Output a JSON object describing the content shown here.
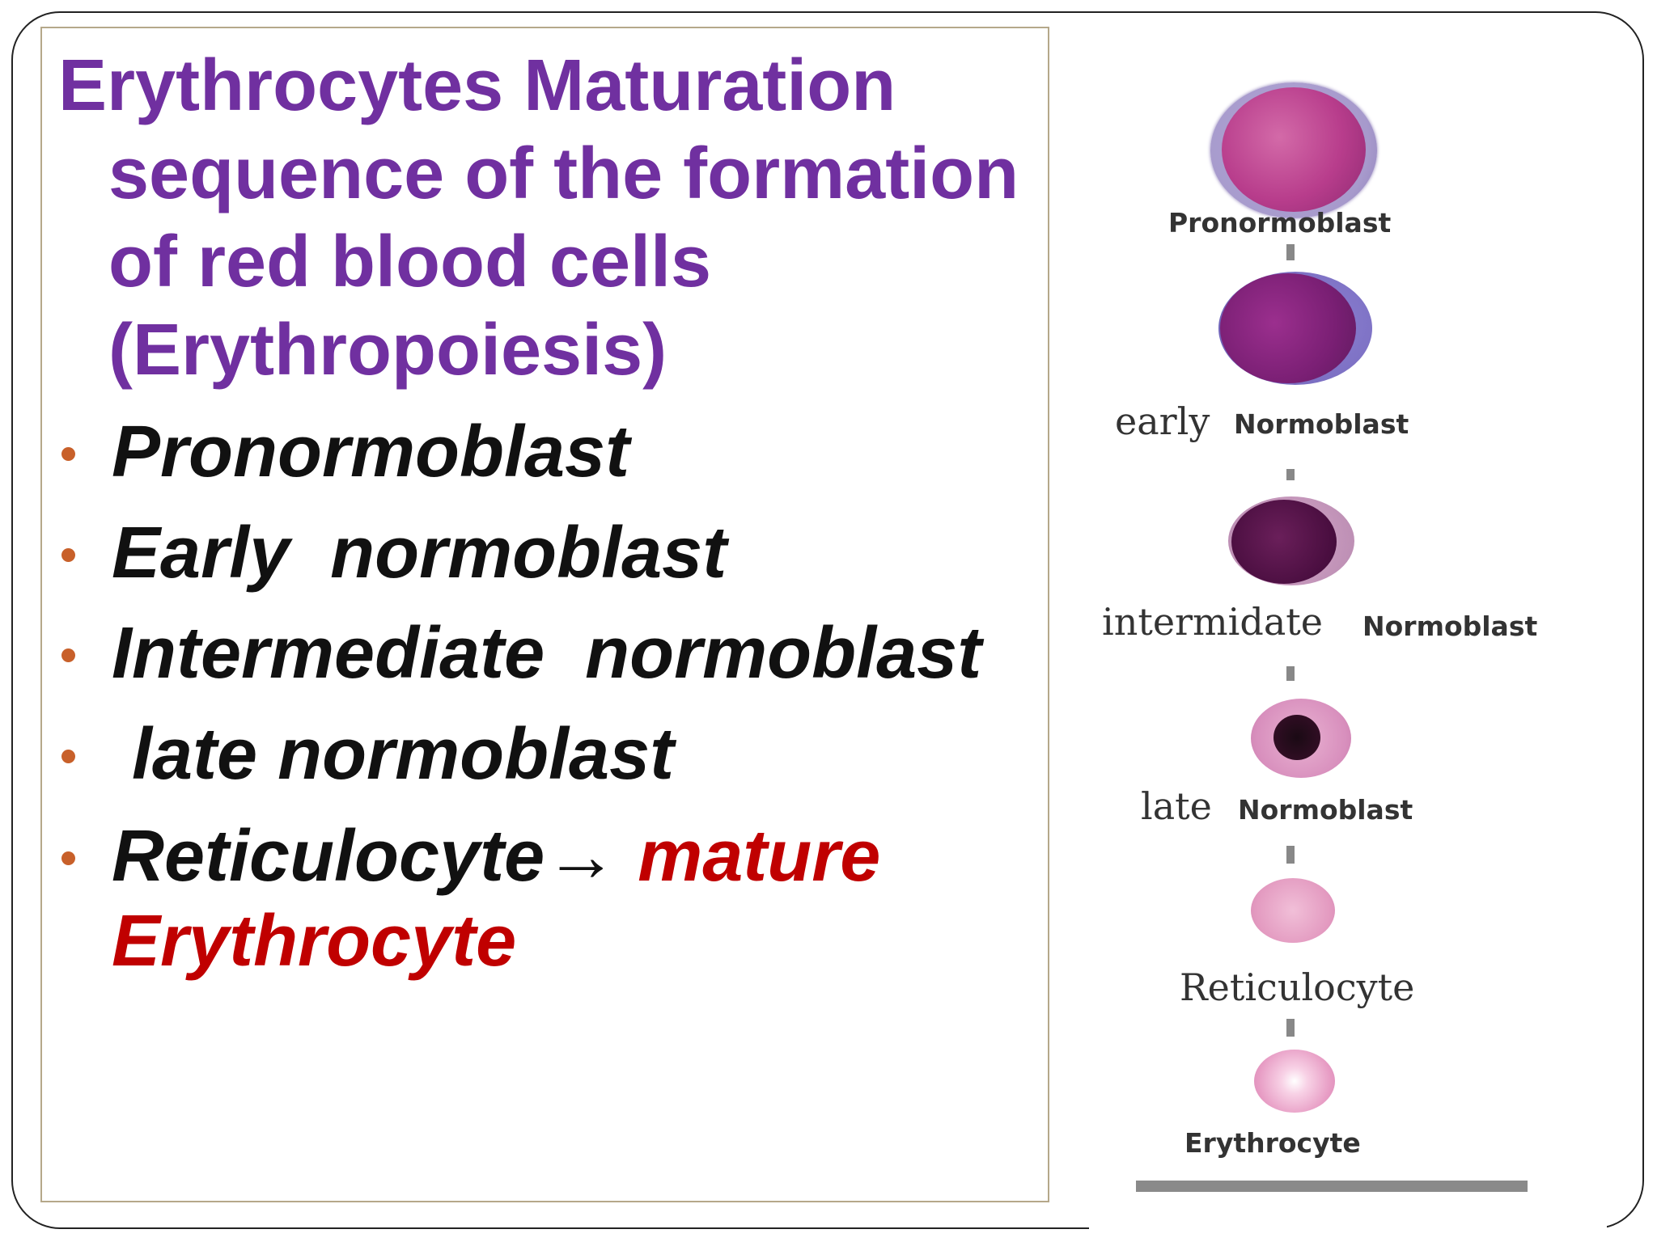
{
  "title": {
    "line1": "Erythrocytes Maturation",
    "line2": "sequence of the formation",
    "line3": "of red blood cells",
    "line4": "(Erythropoiesis)"
  },
  "bullets": [
    {
      "text": "Pronormoblast"
    },
    {
      "text": "Early  normoblast"
    },
    {
      "text": "Intermediate  normoblast"
    },
    {
      "text": " late normoblast"
    },
    {
      "text": "Reticulocyte",
      "arrow": "→",
      "highlight_line1": "mature",
      "highlight_line2": "Erythrocyte"
    }
  ],
  "diagram": {
    "stages": [
      {
        "label": "Pronormoblast"
      },
      {
        "prefix": "early",
        "label": "Normoblast"
      },
      {
        "prefix": "intermidate",
        "label": "Normoblast"
      },
      {
        "prefix": "late",
        "label": "Normoblast"
      },
      {
        "label": "Reticulocyte"
      },
      {
        "label": "Erythrocyte"
      }
    ]
  },
  "colors": {
    "title": "#7030a0",
    "bullet_dot": "#c8602a",
    "highlight": "#c00000"
  }
}
